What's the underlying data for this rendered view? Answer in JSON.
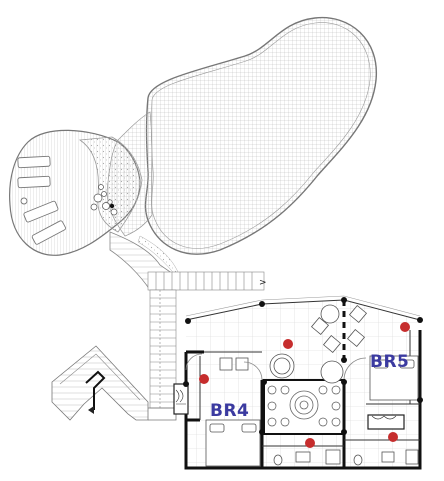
{
  "rooms": [
    {
      "id": "br4",
      "label": "BR4"
    },
    {
      "id": "br5",
      "label": "BR5"
    }
  ],
  "colors": {
    "room_label": "#3b3aa0",
    "marker": "#c62d2d",
    "line": "#8a8a8a",
    "wall": "#111111"
  },
  "icons": [
    "pool",
    "deck",
    "lounge-chair",
    "stairs",
    "marker-dot",
    "column",
    "bed",
    "toilet",
    "sink",
    "round-table",
    "armchair",
    "arrow-icon"
  ]
}
